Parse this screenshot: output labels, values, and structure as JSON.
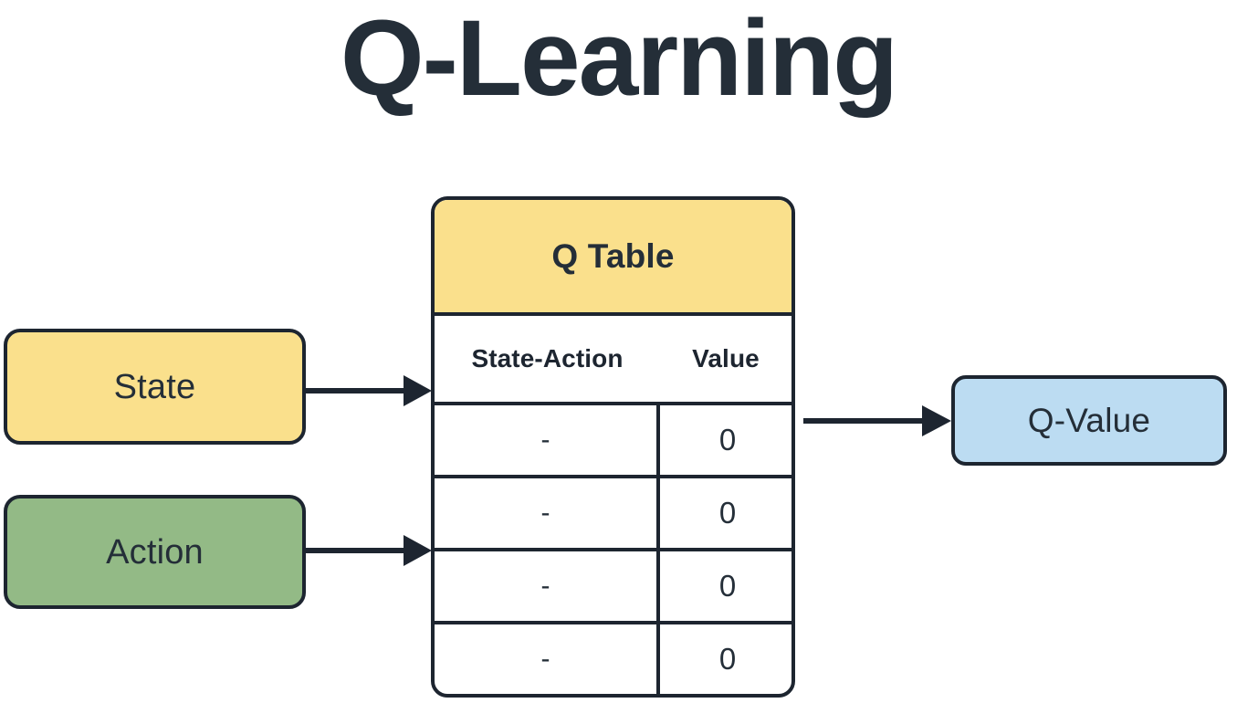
{
  "page": {
    "title": "Q-Learning",
    "background_color": "#FFFFFF",
    "stroke_color": "#1D2530",
    "text_color": "#242E38"
  },
  "nodes": {
    "state": {
      "label": "State",
      "color": "#FAE08C"
    },
    "action": {
      "label": "Action",
      "color": "#93BA86"
    },
    "qvalue": {
      "label": "Q-Value",
      "color": "#BCDCF2"
    }
  },
  "q_table": {
    "title": "Q Table",
    "title_color": "#FAE08C",
    "columns": [
      "State-Action",
      "Value"
    ],
    "rows": [
      {
        "state_action": "-",
        "value": "0"
      },
      {
        "state_action": "-",
        "value": "0"
      },
      {
        "state_action": "-",
        "value": "0"
      },
      {
        "state_action": "-",
        "value": "0"
      }
    ]
  },
  "arrows": [
    {
      "name": "state-to-qtable",
      "from": "state",
      "to": "q-table"
    },
    {
      "name": "action-to-qtable",
      "from": "action",
      "to": "q-table"
    },
    {
      "name": "qtable-to-qvalue",
      "from": "q-table",
      "to": "qvalue"
    }
  ]
}
